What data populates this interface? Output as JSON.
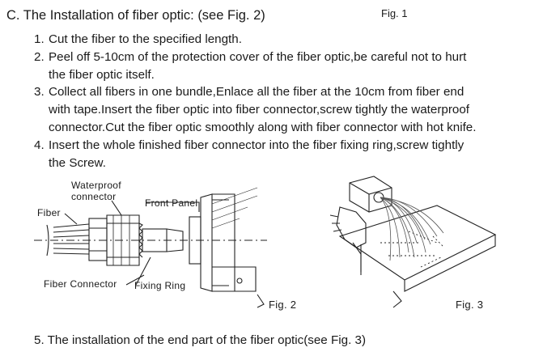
{
  "heading": "C. The Installation of fiber optic: (see Fig. 2)",
  "fig1_label": "Fig. 1",
  "steps": [
    {
      "num": "1.",
      "lines": [
        "Cut the fiber to the specified length."
      ]
    },
    {
      "num": "2.",
      "lines": [
        "Peel off 5-10cm of the protection cover of the fiber optic,be careful not to hurt",
        "the fiber optic itself."
      ]
    },
    {
      "num": "3.",
      "lines": [
        "Collect all fibers in one bundle,Enlace all the fiber at the 10cm from fiber end",
        "with tape.Insert the fiber optic into fiber connector,screw tightly the waterproof",
        "connector.Cut the fiber optic smoothly along with fiber connector with hot knife."
      ]
    },
    {
      "num": "4.",
      "lines": [
        "Insert the whole finished fiber connector into the  fiber fixing ring,screw tightly",
        "the Screw."
      ]
    }
  ],
  "fig2": {
    "label": "Fig. 2",
    "waterproof_connector": [
      "Waterproof",
      "connector"
    ],
    "front_panel": "Front Panel",
    "fiber": "Fiber",
    "fiber_connector": "Fiber Connector",
    "fixing_ring": "Fixing Ring"
  },
  "fig3": {
    "label": "Fig. 3"
  },
  "step5": "5. The installation of the end part of the fiber optic(see Fig. 3)"
}
